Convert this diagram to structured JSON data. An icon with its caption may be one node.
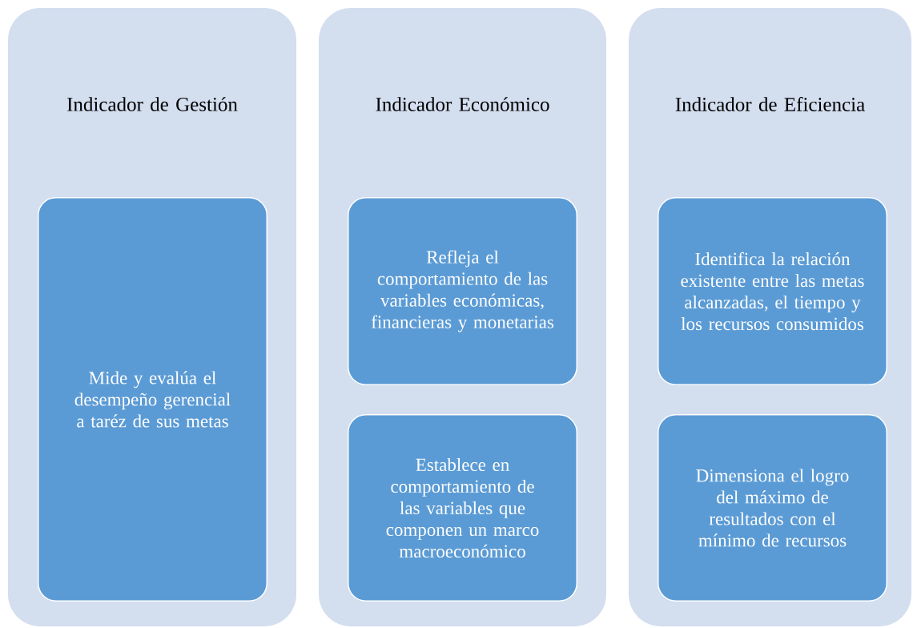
{
  "diagram": {
    "nodes": [
      {
        "text": [
          "Indicador de Gestión"
        ]
      },
      {
        "text": [
          "Mide y evalúa el desempeño gerencial a taréz de sus metas"
        ],
        "in": 0
      },
      {
        "text": [
          "Indicador Económico"
        ]
      },
      {
        "text": [
          "Refleja el comportamiento de las variables económicas, financieras y monetarias"
        ],
        "in": 2
      },
      {
        "text": [
          "Establece en comportamiento de las variables que componen un marco macroeconómico"
        ],
        "in": 2
      },
      {
        "text": [
          "Indicador de Eficiencia"
        ]
      },
      {
        "text": [
          "Identifica la relación existente entre las metas alcanzadas, el tiempo y los recursos consumidos"
        ],
        "in": 5
      },
      {
        "text": [
          "Dimensiona el logro del máximo de resultados con el mínimo de recursos"
        ],
        "in": 5
      }
    ]
  }
}
